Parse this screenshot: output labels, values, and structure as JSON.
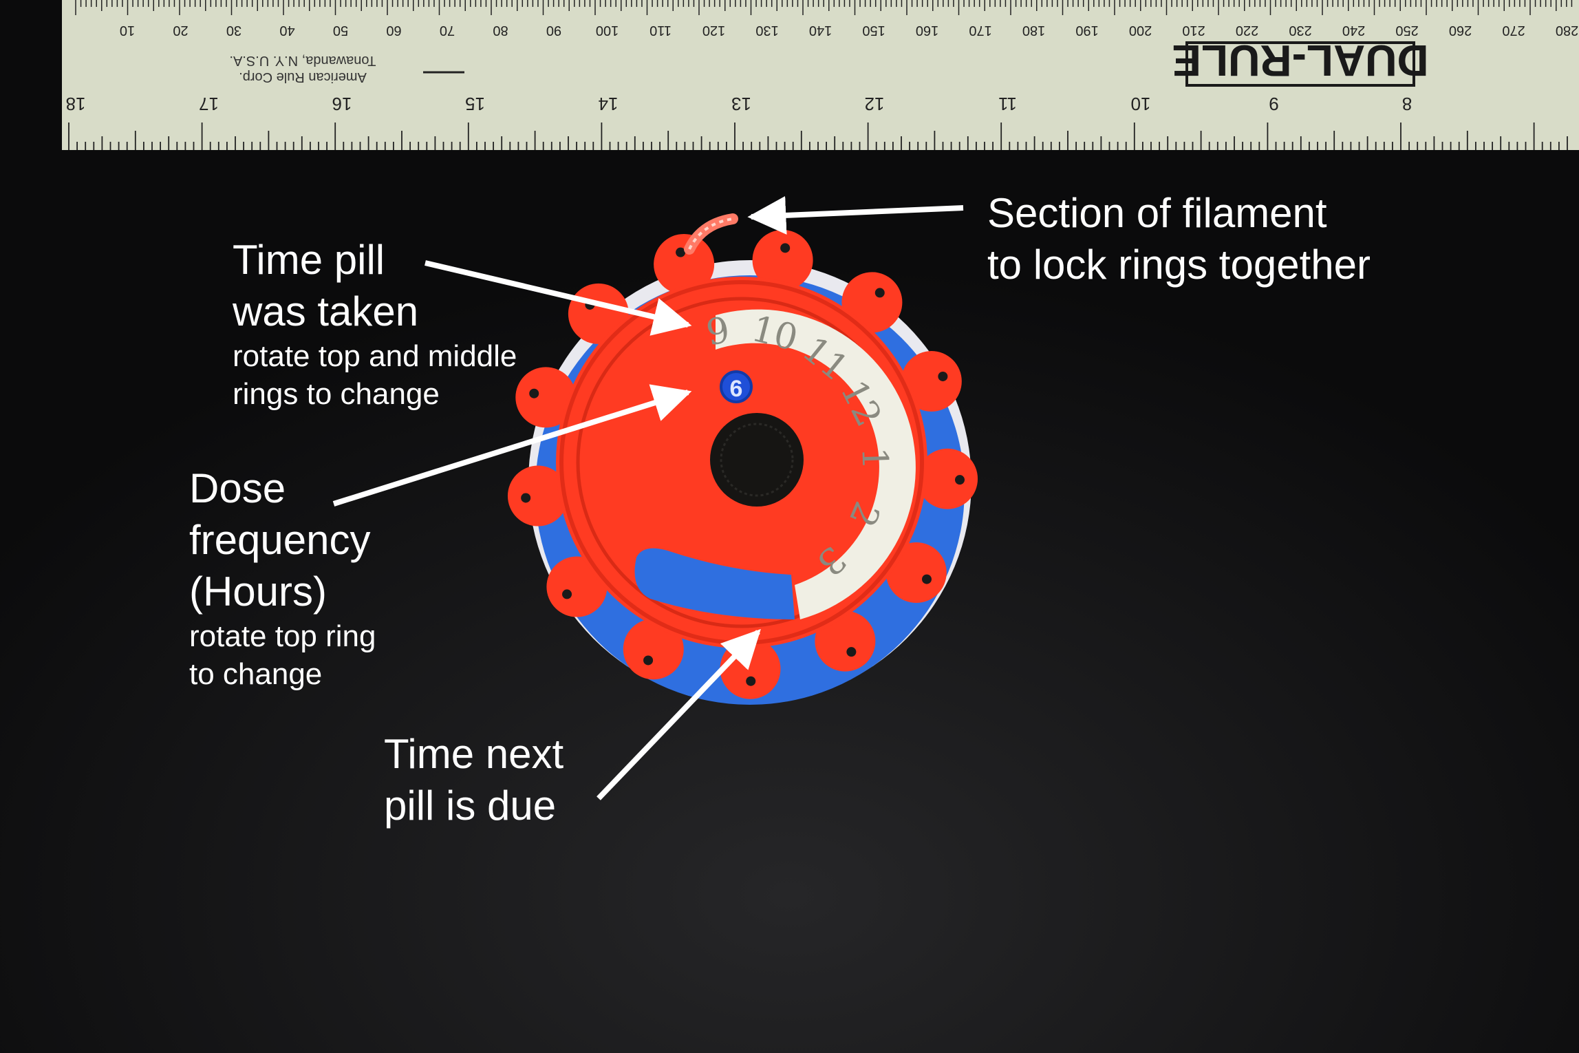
{
  "ruler": {
    "brand": "DUAL-RULE",
    "maker_line1": "American Rule Corp.",
    "maker_line2": "Tonawanda, N.Y. U.S.A.",
    "mm_labels": [
      "10",
      "20",
      "30",
      "40",
      "50",
      "60",
      "70",
      "80",
      "90",
      "100",
      "110",
      "120",
      "130",
      "140",
      "150",
      "160",
      "170",
      "180",
      "190",
      "200",
      "210",
      "220",
      "230",
      "240",
      "250",
      "260",
      "270",
      "280"
    ],
    "inch_labels": [
      "18",
      "17",
      "16",
      "15",
      "14",
      "13",
      "12",
      "11",
      "10",
      "9",
      "8"
    ]
  },
  "dial": {
    "hour_numerals": [
      "9",
      "10",
      "11",
      "12",
      "1",
      "2",
      "3"
    ],
    "frequency_value": "6",
    "colors": {
      "outer_ring": "#ff3b22",
      "inner_ring": "#2f6fe0",
      "numeral_track": "#f0efe4",
      "center_knob": "#161513"
    }
  },
  "annotations": {
    "filament": [
      "Section of filament",
      "to lock rings together"
    ],
    "taken_title": [
      "Time pill",
      "was taken"
    ],
    "taken_sub": [
      "rotate top and middle",
      "rings to change"
    ],
    "dose_title": [
      "Dose",
      "frequency",
      "(Hours)"
    ],
    "dose_sub": [
      "rotate top ring",
      "to change"
    ],
    "next_title": [
      "Time next",
      "pill is due"
    ]
  }
}
